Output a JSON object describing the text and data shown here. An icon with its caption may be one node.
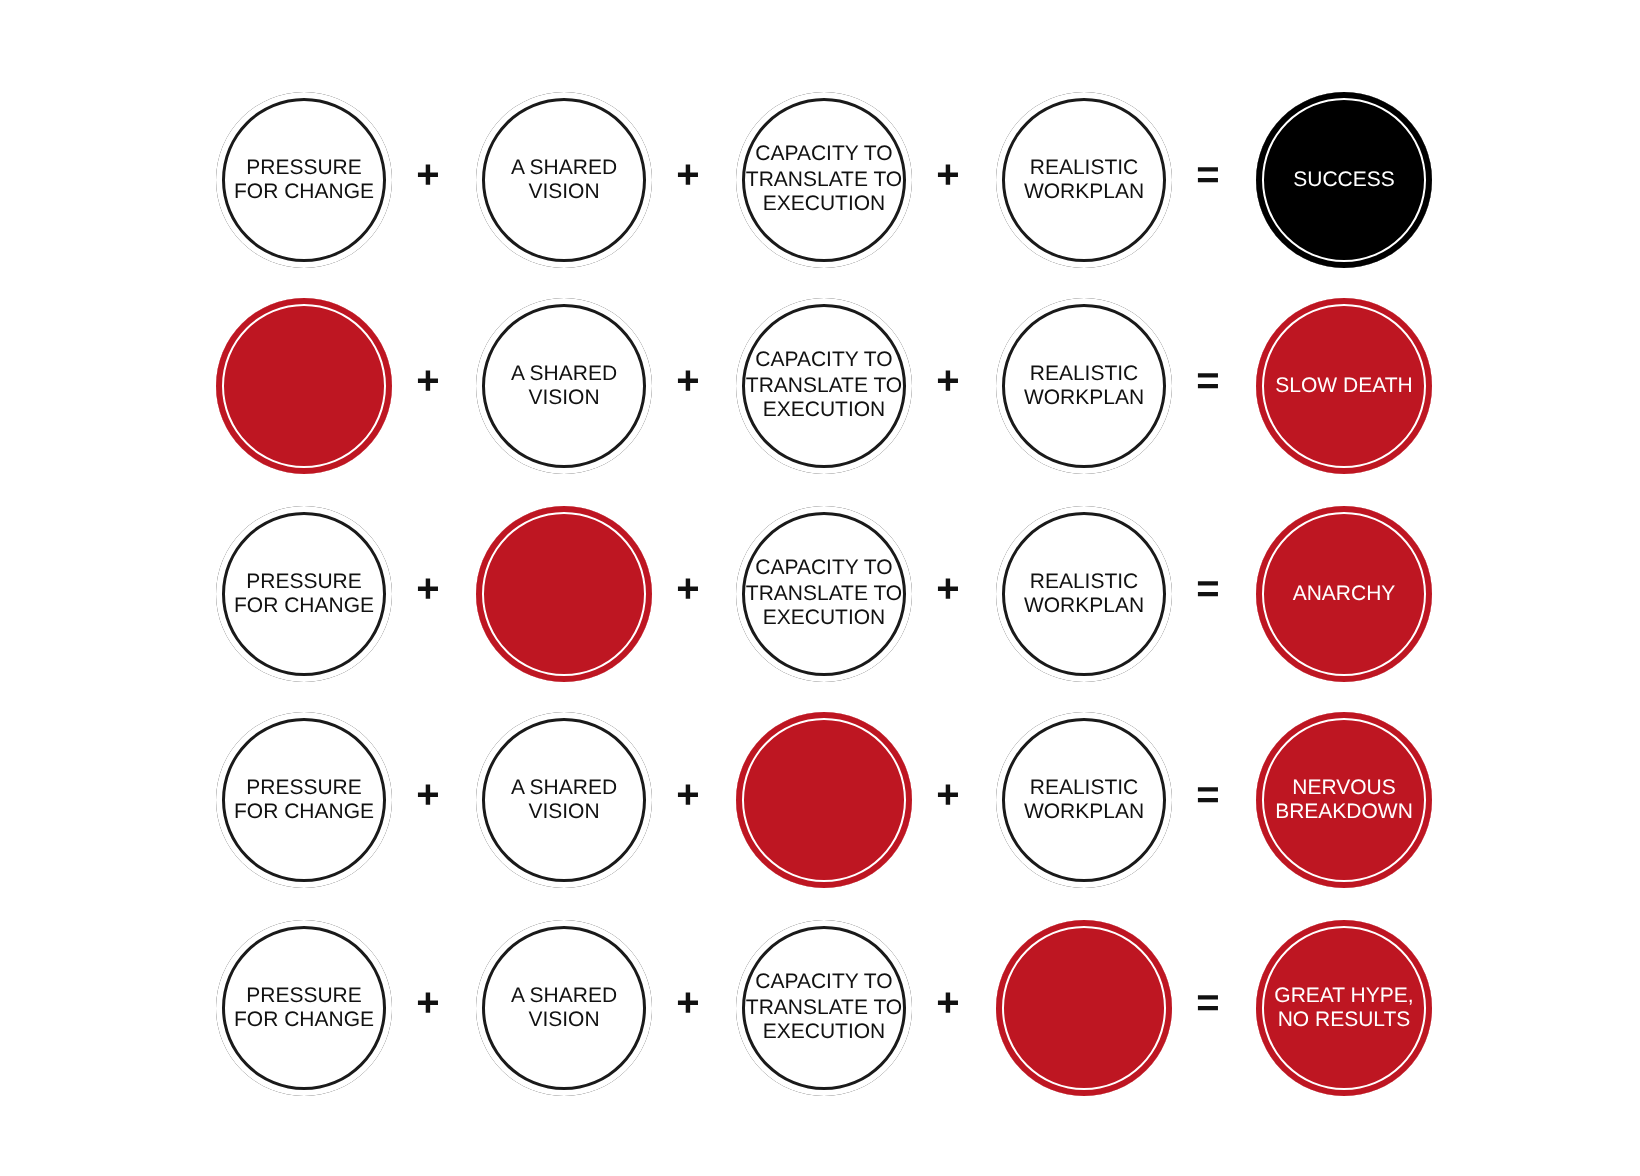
{
  "diagram": {
    "nodes": [
      {
        "text": [
          "PRESSURE FOR CHANGE"
        ]
      },
      {
        "text": [
          "A SHARED VISION"
        ]
      },
      {
        "text": [
          "CAPACITY TO TRANSLATE TO EXECUTION"
        ]
      },
      {
        "text": [
          "REALISTIC WORKPLAN"
        ]
      },
      {
        "text": [
          "SUCCESS"
        ]
      },
      {
        "text": [],
        "shape": "circle"
      },
      {
        "text": [
          "A SHARED VISION"
        ]
      },
      {
        "text": [
          "CAPACITY TO TRANSLATE TO EXECUTION"
        ]
      },
      {
        "text": [
          "REALISTIC WORKPLAN"
        ]
      },
      {
        "text": [
          "SLOW DEATH"
        ]
      },
      {
        "text": [
          "PRESSURE FOR CHANGE"
        ]
      },
      {
        "text": [],
        "shape": "circle"
      },
      {
        "text": [
          "CAPACITY TO TRANSLATE TO EXECUTION"
        ]
      },
      {
        "text": [
          "REALISTIC WORKPLAN"
        ]
      },
      {
        "text": [
          "ANARCHY"
        ]
      },
      {
        "text": [
          "PRESSURE FOR CHANGE"
        ]
      },
      {
        "text": [
          "A SHARED VISION"
        ]
      },
      {
        "text": [],
        "shape": "circle"
      },
      {
        "text": [
          "REALISTIC WORKPLAN"
        ]
      },
      {
        "text": [
          "NERVOUS BREAKDOWN"
        ]
      },
      {
        "text": [
          "PRESSURE FOR CHANGE"
        ]
      },
      {
        "text": [
          "A SHARED VISION"
        ]
      },
      {
        "text": [
          "CAPACITY TO TRANSLATE TO EXECUTION"
        ]
      },
      {
        "text": [],
        "shape": "circle"
      },
      {
        "text": [
          "GREAT HYPE, NO RESULTS"
        ]
      }
    ],
    "labels": [
      "+",
      "+",
      "+",
      "=",
      "+",
      "+",
      "+",
      "=",
      "+",
      "+",
      "+",
      "=",
      "+",
      "+",
      "+",
      "=",
      "+",
      "+",
      "+",
      "="
    ]
  }
}
